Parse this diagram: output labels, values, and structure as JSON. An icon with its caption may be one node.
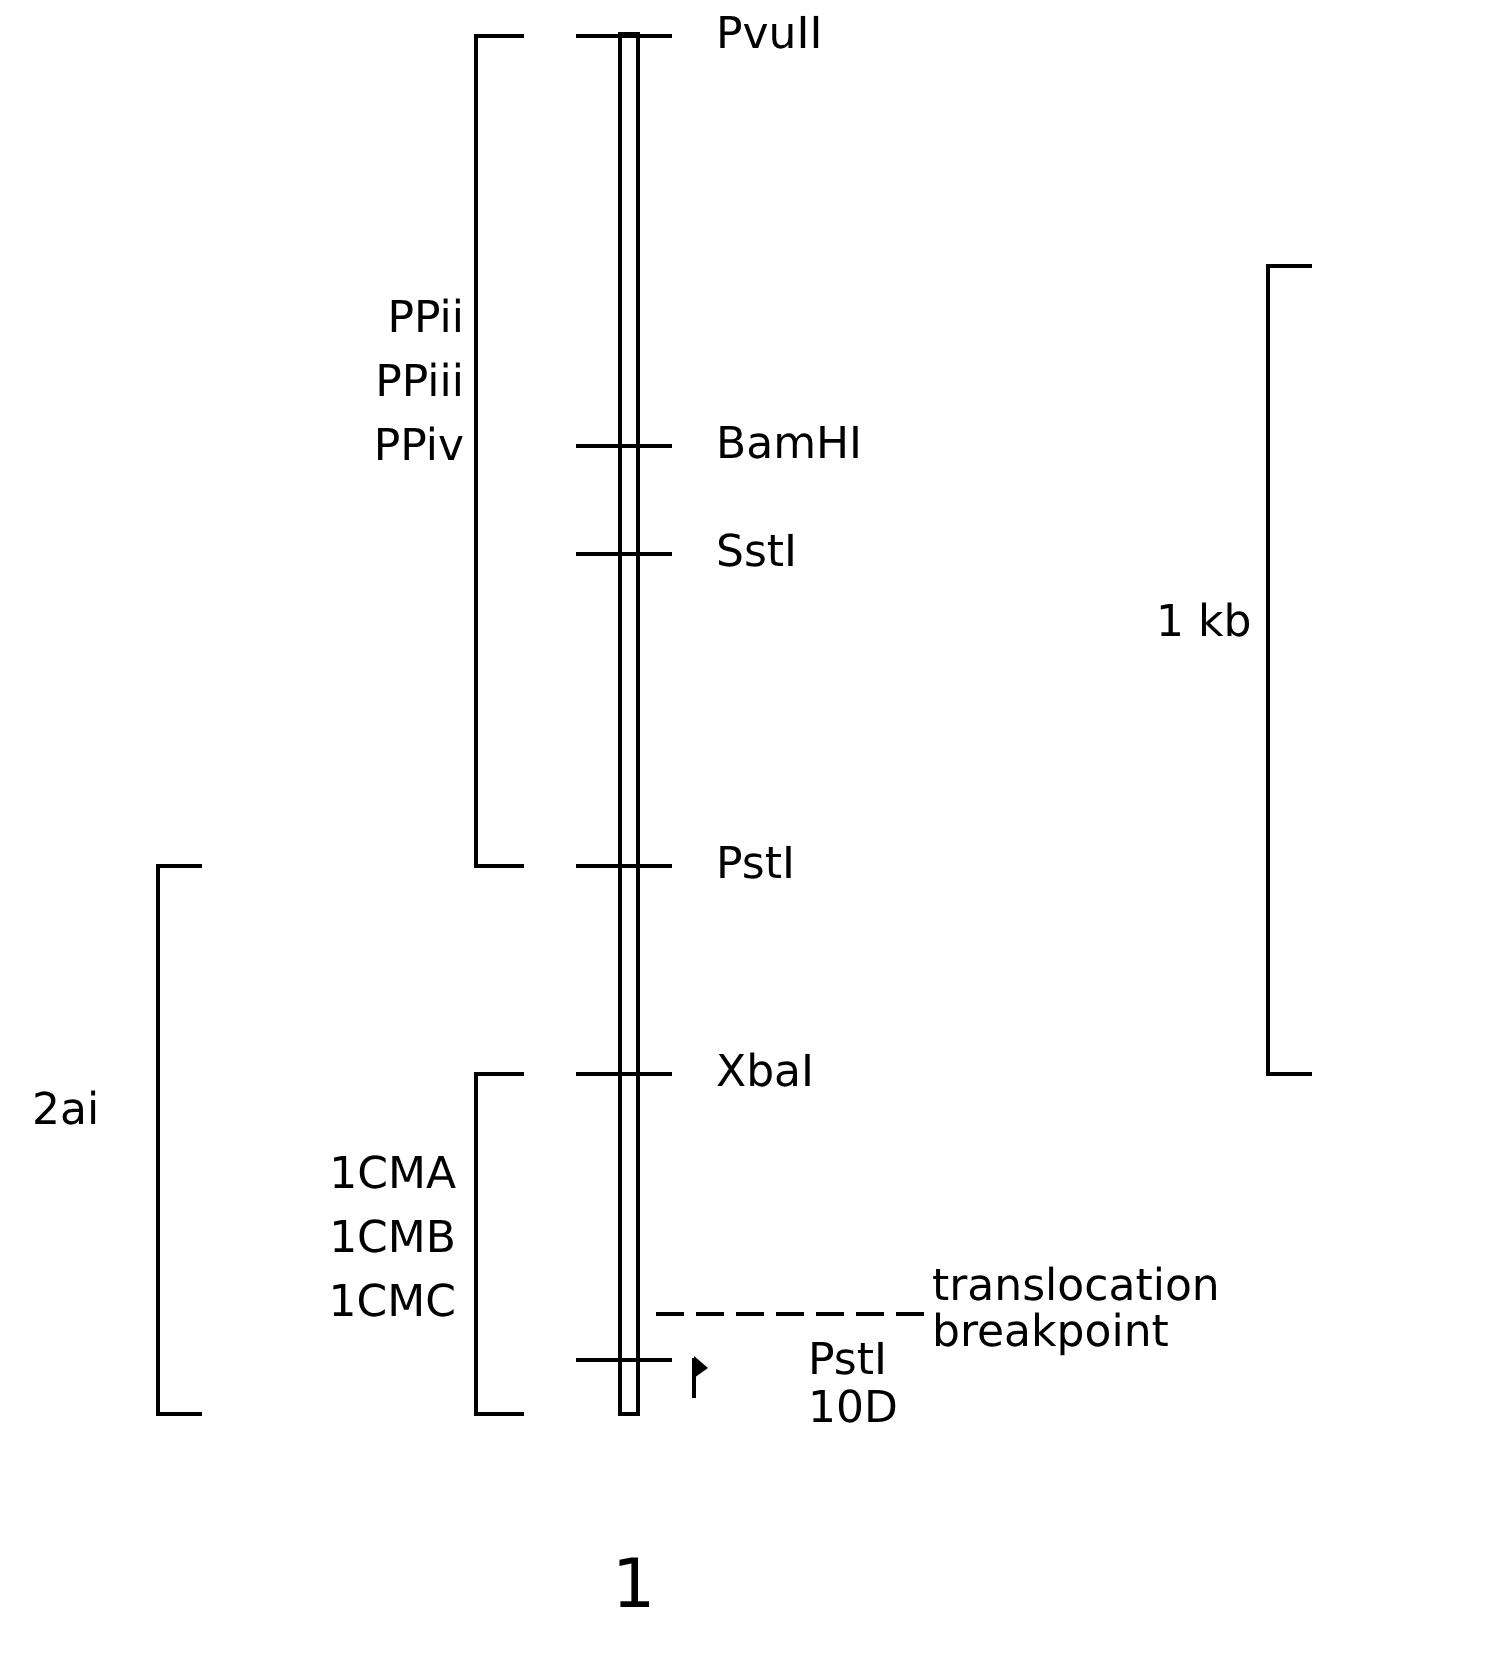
{
  "diagram": {
    "nodes": [
      {
        "text": [
          "translocation breakpoint"
        ]
      },
      {
        "text": [],
        "shape": "bar"
      }
    ],
    "edges": [
      {
        "from": 0,
        "to": 1,
        "arrow": "none",
        "style": "dashed"
      }
    ],
    "labels": [
      "PvuII",
      "PPii",
      "PPiii",
      "BamHI",
      "PPiv",
      "SstI",
      "1 kb",
      "PstI",
      "XbaI",
      "2ai",
      "1CMA",
      "1CMB",
      "1CMC",
      "PstI",
      "10D",
      "1"
    ]
  }
}
